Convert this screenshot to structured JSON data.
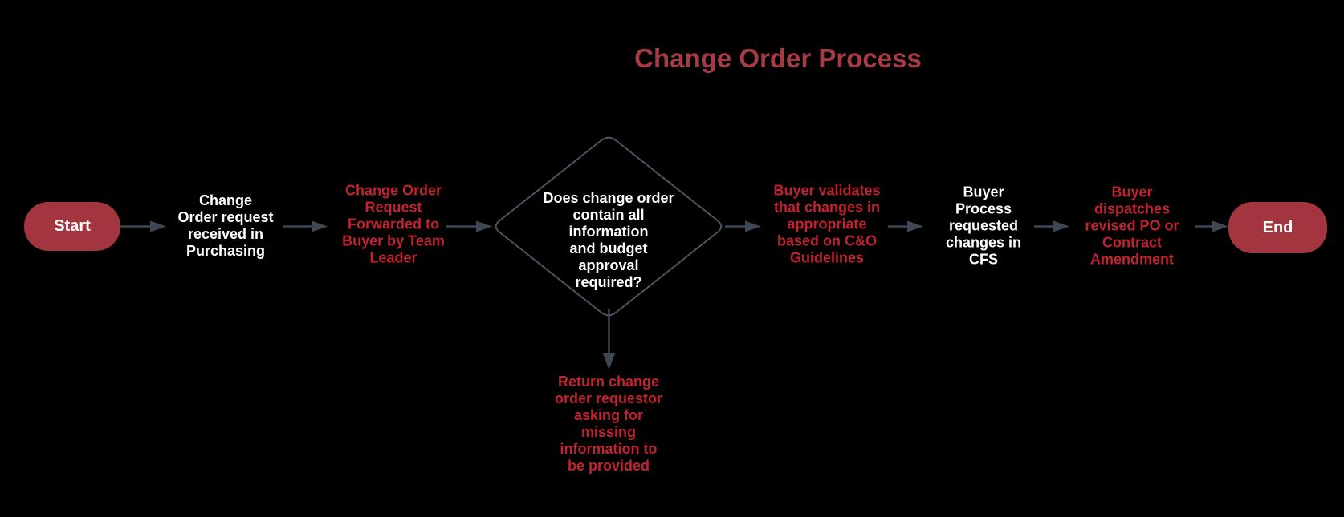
{
  "title": {
    "text": "Change Order Process"
  },
  "colors": {
    "background": "#000000",
    "pill-fill": "#A3353F",
    "title-red": "#A53C45",
    "red-text": "#C2242E",
    "white-text": "#FFFFFF",
    "arrow": "#3E4854",
    "diamond-border": "#4A5560"
  },
  "flow": {
    "start": {
      "label": "Start"
    },
    "end": {
      "label": "End"
    },
    "decision": {
      "text": "Does change order\ncontain all\ninformation\nand budget\napproval\nrequired?"
    },
    "nodes": [
      {
        "text": "Change\nOrder request\nreceived in\nPurchasing"
      },
      {
        "text": "Change Order\nRequest\nForwarded to\nBuyer by Team\nLeader"
      },
      {
        "text": "Buyer validates\nthat changes in\nappropriate\nbased on C&O\nGuidelines"
      },
      {
        "text": "Buyer\nProcess\nrequested\nchanges in\nCFS"
      },
      {
        "text": "Buyer\ndispatches\nrevised PO or\nContract\nAmendment"
      },
      {
        "text": "Return change\norder requestor\nasking for\nmissing\ninformation to\nbe provided"
      }
    ]
  }
}
